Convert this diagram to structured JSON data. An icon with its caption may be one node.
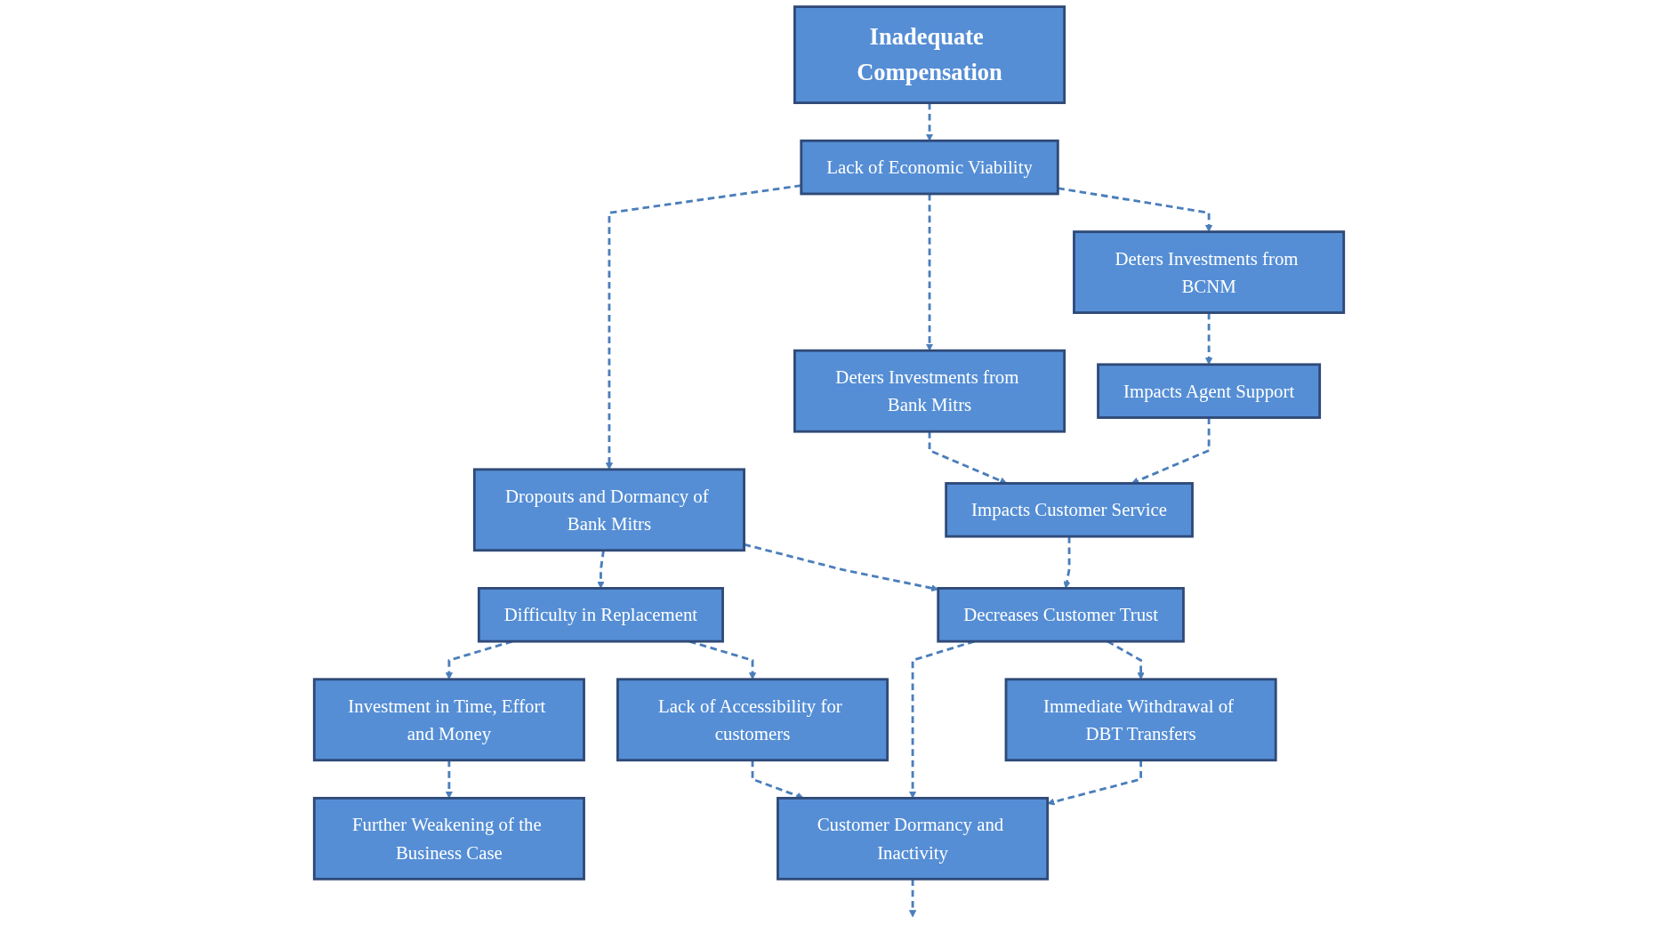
{
  "diagram": {
    "nodes": [
      {
        "text": [
          "Inadequate Compensation"
        ]
      },
      {
        "text": [
          "Lack of Economic Viability"
        ]
      },
      {
        "text": [
          "Dropouts and Dormancy of Bank Mitrs"
        ]
      },
      {
        "text": [
          "Deters Investments from Bank Mitrs"
        ]
      },
      {
        "text": [
          "Deters Investments from BCNM"
        ]
      },
      {
        "text": [
          "Impacts Customer Service"
        ]
      },
      {
        "text": [
          "Impacts Agent Support"
        ]
      },
      {
        "text": [
          "Difficulty in Replacement"
        ]
      },
      {
        "text": [
          "Decreases Customer Trust"
        ]
      },
      {
        "text": [
          "Investment in Time, Effort and Money"
        ]
      },
      {
        "text": [
          "Lack of Accessibility for customers"
        ]
      },
      {
        "text": [
          "Immediate Withdrawal of DBT Transfers"
        ]
      },
      {
        "text": [
          "Customer Dormancy and Inactivity"
        ]
      },
      {
        "text": [
          "Further Weakening of the Business Case"
        ]
      }
    ],
    "edges": [
      {
        "from": 0,
        "to": 1,
        "arrow": "to",
        "style": "dashed"
      },
      {
        "from": 1,
        "to": 2,
        "arrow": "to",
        "style": "dashed"
      },
      {
        "from": 1,
        "to": 3,
        "arrow": "to",
        "style": "dashed"
      },
      {
        "from": 1,
        "to": 4,
        "arrow": "to",
        "style": "dashed"
      },
      {
        "from": 2,
        "to": 7,
        "arrow": "to",
        "style": "dashed"
      },
      {
        "from": 2,
        "to": 8,
        "arrow": "to",
        "style": "dashed"
      },
      {
        "from": 3,
        "to": 5,
        "arrow": "to",
        "style": "dashed"
      },
      {
        "from": 4,
        "to": 6,
        "arrow": "to",
        "style": "dashed"
      },
      {
        "from": 6,
        "to": 5,
        "arrow": "to",
        "style": "dashed"
      },
      {
        "from": 5,
        "to": 8,
        "arrow": "to",
        "style": "dashed"
      },
      {
        "from": 7,
        "to": 9,
        "arrow": "to",
        "style": "dashed"
      },
      {
        "from": 7,
        "to": 10,
        "arrow": "to",
        "style": "dashed"
      },
      {
        "from": 8,
        "to": 12,
        "arrow": "to",
        "style": "dashed"
      },
      {
        "from": 8,
        "to": 11,
        "arrow": "to",
        "style": "dashed"
      },
      {
        "from": 10,
        "to": 12,
        "arrow": "to",
        "style": "dashed"
      },
      {
        "from": 11,
        "to": 12,
        "arrow": "to",
        "style": "dashed"
      },
      {
        "from": 9,
        "to": 13,
        "arrow": "to",
        "style": "dashed"
      },
      {
        "from": 12,
        "to": null,
        "arrow": "to",
        "style": "dashed"
      }
    ]
  }
}
